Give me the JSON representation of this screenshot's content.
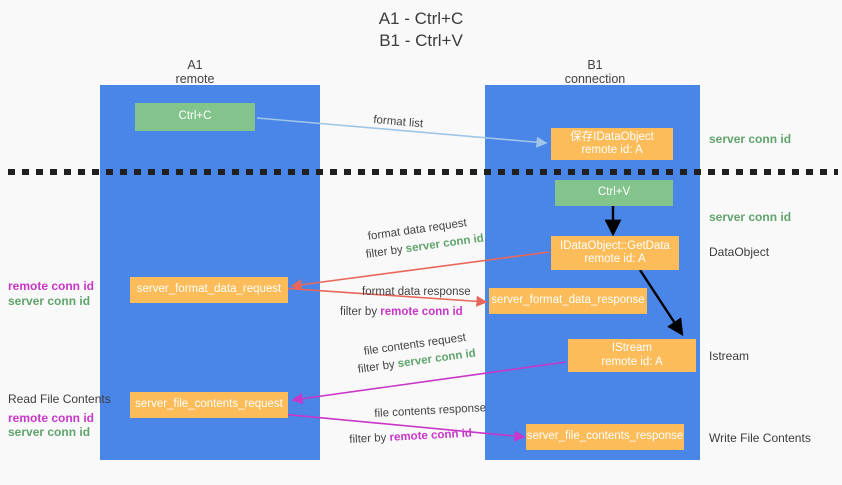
{
  "title": {
    "line1": "A1 - Ctrl+C",
    "line2": "B1 - Ctrl+V"
  },
  "columns": [
    {
      "name": "A1",
      "sub": "remote"
    },
    {
      "name": "B1",
      "sub": "connection"
    }
  ],
  "boxes": {
    "ctrl_c": "Ctrl+C",
    "ctrl_v": "Ctrl+V",
    "save_idataobject_l1": "保存IDataObject",
    "save_idataobject_l2": "remote id: A",
    "getdata_l1": "IDataObject::GetData",
    "getdata_l2": "remote id: A",
    "istream_l1": "IStream",
    "istream_l2": "remote id: A",
    "server_format_data_request": "server_format_data_request",
    "server_format_data_response": "server_format_data_response",
    "server_file_contents_request": "server_file_contents_request",
    "server_file_contents_response": "server_file_contents_response"
  },
  "right_labels": {
    "server_conn_id_top": "server conn id",
    "server_conn_id_mid": "server conn id",
    "dataobject": "DataObject",
    "istream": "Istream",
    "write_file_contents": "Write File Contents"
  },
  "left_labels": {
    "remote_conn_id_1": "remote conn id",
    "server_conn_id_1": "server conn id",
    "read_file_contents": "Read File Contents",
    "remote_conn_id_2": "remote conn id",
    "server_conn_id_2": "server conn id"
  },
  "arrows": {
    "format_list": "format list",
    "format_data_request": "format data request",
    "format_data_request_filter_prefix": "filter by ",
    "format_data_request_filter_value": "server conn id",
    "format_data_response": "format data response",
    "format_data_response_filter_prefix": "filter by ",
    "format_data_response_filter_value": "remote conn id",
    "file_contents_request": "file contents request",
    "file_contents_request_filter_prefix": "filter by ",
    "file_contents_request_filter_value": "server conn id",
    "file_contents_response": "file contents response",
    "file_contents_response_filter_prefix": "filter by ",
    "file_contents_response_filter_value": "remote conn id"
  },
  "colors": {
    "column": "#4a86e8",
    "orange": "#fbbc59",
    "green_box": "#82c48b",
    "green_text": "#5fa46b",
    "magenta_text": "#c936c9",
    "red_arrow": "#e8675b",
    "magenta_arrow": "#c936c9",
    "blue_arrow": "#9fc5e8",
    "black_arrow": "#000000",
    "background": "#f9f9f9"
  }
}
